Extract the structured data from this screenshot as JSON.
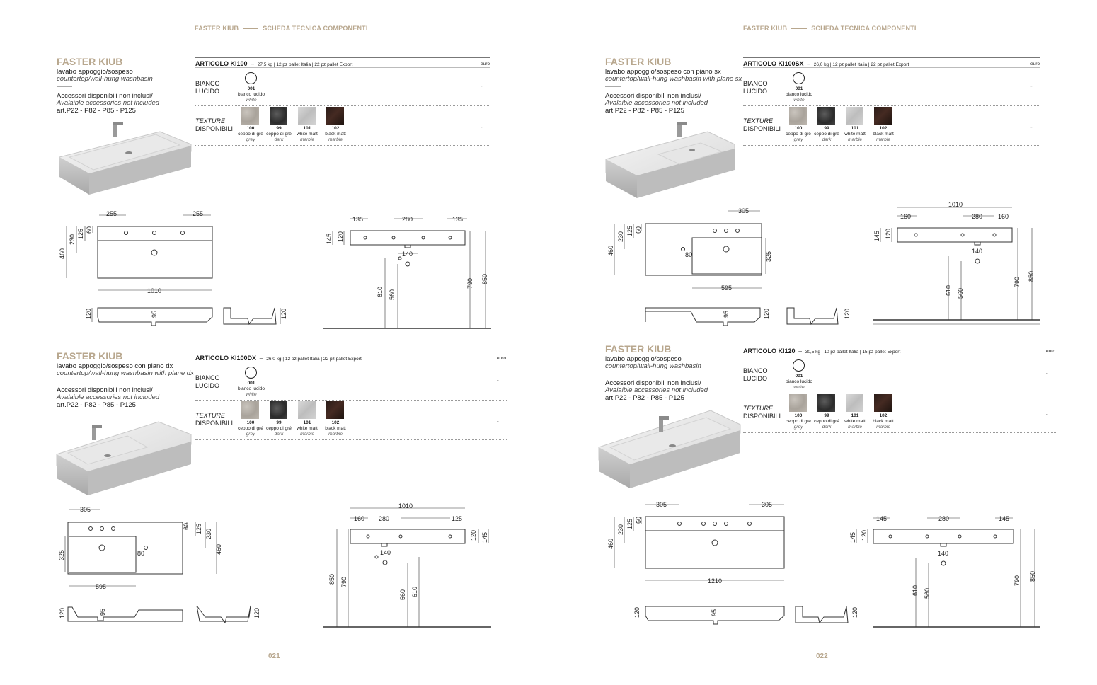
{
  "header": {
    "brand": "FASTER KIUB",
    "section": "SCHEDA TECNICA COMPONENTI"
  },
  "pages": [
    {
      "number": "021"
    },
    {
      "number": "022"
    }
  ],
  "common": {
    "brand_title": "FASTER KIUB",
    "accessories_it": "Accessori disponibili non inclusi/",
    "accessories_en": "Avalaible accessories not included",
    "accessories_list": "art.P22 - P82 - P85 - P125",
    "accessories_list_first": "art.P22 - P82 - P85  - P125",
    "euro_label": "euro",
    "row1_label_1": "BIANCO",
    "row1_label_2": "LUCIDO",
    "row2_label_1": "TEXTURE",
    "row2_label_2": "DISPONIBILI",
    "price_dash": "-",
    "finish_white": {
      "code": "001",
      "name": "bianco lucido",
      "en": "white"
    },
    "textures": [
      {
        "code": "100",
        "name": "ceppo di gré",
        "en": "grey"
      },
      {
        "code": "99",
        "name": "ceppo di gré",
        "en": "dark"
      },
      {
        "code": "101",
        "name": "white matt",
        "en": "marble"
      },
      {
        "code": "102",
        "name": "black matt",
        "en": "marble"
      }
    ]
  },
  "products": [
    {
      "article": "ARTICOLO KI100",
      "specs": "27,5 kg | 12 pz pallet Italia | 22 pz pallet Export",
      "desc_it": "lavabo appoggio/sospeso",
      "desc_en": "countertop/wall-hung washbasin",
      "top_dims": {
        "a": "255",
        "b": "255",
        "h1": "460",
        "h2": "230",
        "h3": "125",
        "h4": "60",
        "w": "1010"
      },
      "side_dims": {
        "h": "120",
        "d": "95",
        "h2": "120"
      },
      "wall_dims": {
        "a": "135",
        "b": "280",
        "c": "135",
        "h1": "145",
        "h2": "120",
        "trap": "140",
        "v1": "610",
        "v2": "560",
        "v3": "790",
        "v4": "850"
      }
    },
    {
      "article": "ARTICOLO KI100SX",
      "specs": "26,0 kg | 12 pz pallet Italia | 22 pz pallet Export",
      "desc_it": "lavabo appoggio/sospeso con piano sx",
      "desc_en": "countertop/wall-hung washbasin with plane sx",
      "top_dims": {
        "a": "305",
        "h1": "460",
        "h2": "230",
        "h3": "125",
        "h4": "60",
        "side": "80",
        "inner": "325",
        "w": "595"
      },
      "side_dims": {
        "h": "120",
        "d": "95",
        "h2": "120"
      },
      "wall_dims": {
        "total": "1010",
        "a": "160",
        "b": "280",
        "c": "160",
        "h1": "145",
        "h2": "120",
        "trap": "140",
        "v1": "610",
        "v2": "560",
        "v3": "790",
        "v4": "850"
      }
    },
    {
      "article": "ARTICOLO KI100DX",
      "specs": "26,0 kg | 12 pz pallet Italia | 22 pz pallet Export",
      "desc_it": "lavabo appoggio/sospeso con piano dx",
      "desc_en": "countertop/wall-hung washbasin with plane dx",
      "top_dims": {
        "a": "305",
        "h1": "460",
        "h2": "230",
        "h3": "125",
        "h4": "60",
        "side": "80",
        "inner": "325",
        "w": "595"
      },
      "side_dims": {
        "h": "120",
        "d": "95",
        "h2": "120"
      },
      "wall_dims": {
        "total": "1010",
        "a": "160",
        "b": "280",
        "c": "125",
        "h1": "145",
        "h2": "120",
        "trap": "140",
        "v1": "610",
        "v2": "560",
        "v3": "790",
        "v4": "850"
      }
    },
    {
      "article": "ARTICOLO KI120",
      "specs": "30,5 kg | 10 pz pallet Italia | 15 pz pallet Export",
      "desc_it": "lavabo appoggio/sospeso",
      "desc_en": "countertop/wall-hung washbasin",
      "top_dims": {
        "a": "305",
        "b": "305",
        "h1": "460",
        "h2": "230",
        "h3": "125",
        "h4": "60",
        "w": "1210"
      },
      "side_dims": {
        "h": "120",
        "d": "95",
        "h2": "120"
      },
      "wall_dims": {
        "a": "145",
        "b": "280",
        "c": "145",
        "h1": "145",
        "h2": "120",
        "trap": "140",
        "v1": "610",
        "v2": "560",
        "v3": "790",
        "v4": "850"
      }
    }
  ]
}
